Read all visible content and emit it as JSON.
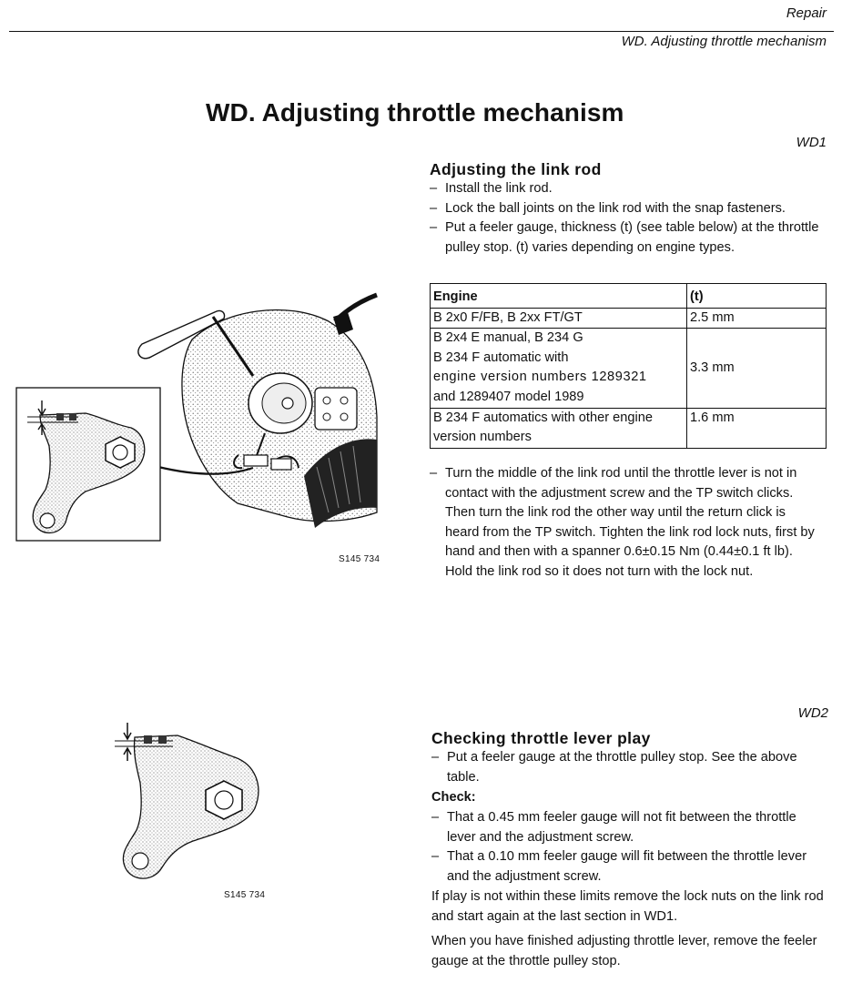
{
  "header": {
    "section": "Repair",
    "subsection": "WD. Adjusting throttle mechanism"
  },
  "page_title": "WD. Adjusting throttle mechanism",
  "wd1": {
    "code": "WD1",
    "title": "Adjusting the link rod",
    "steps": [
      "Install the link rod.",
      "Lock the ball joints on the link rod with the snap fasteners.",
      "Put a feeler gauge, thickness (t) (see table below) at the throttle pulley stop. (t) varies depending on engine types."
    ],
    "table": {
      "headers": [
        "Engine",
        "(t)"
      ],
      "rows": [
        {
          "engine": [
            "B 2x0 F/FB, B 2xx FT/GT"
          ],
          "t": "2.5 mm"
        },
        {
          "engine": [
            "B 2x4 E  manual, B 234 G",
            "B 234 F automatic with",
            "engine version numbers 1289321",
            "and 1289407 model 1989"
          ],
          "t": "3.3 mm"
        },
        {
          "engine": [
            "B 234 F automatics with other engine",
            "version numbers"
          ],
          "t": "1.6 mm"
        }
      ]
    },
    "step_after": "Turn the middle of the link rod until the throttle lever is not in contact with the adjustment screw and the TP switch clicks. Then turn the link rod the other way until the return click is heard from the TP switch. Tighten the link rod lock nuts, first by hand and then with a spanner 0.6±0.15 Nm (0.44±0.1 ft lb). Hold the link rod so it does not turn with the lock nut.",
    "figure_label": "S145 734"
  },
  "wd2": {
    "code": "WD2",
    "title": "Checking throttle lever play",
    "steps": [
      "Put a feeler gauge at the throttle pulley stop. See the above table."
    ],
    "check_label": "Check:",
    "check_steps": [
      "That a 0.45 mm feeler gauge will not fit between the throttle lever and the adjustment screw.",
      "That a 0.10 mm feeler gauge will fit between the throttle lever and the adjustment screw."
    ],
    "note1": "If play is not within these limits remove the lock nuts on the link rod and start again at the last section in WD1.",
    "note2": "When you have finished adjusting throttle lever, remove the feeler gauge at the throttle pulley stop.",
    "figure_label": "S145 734"
  }
}
